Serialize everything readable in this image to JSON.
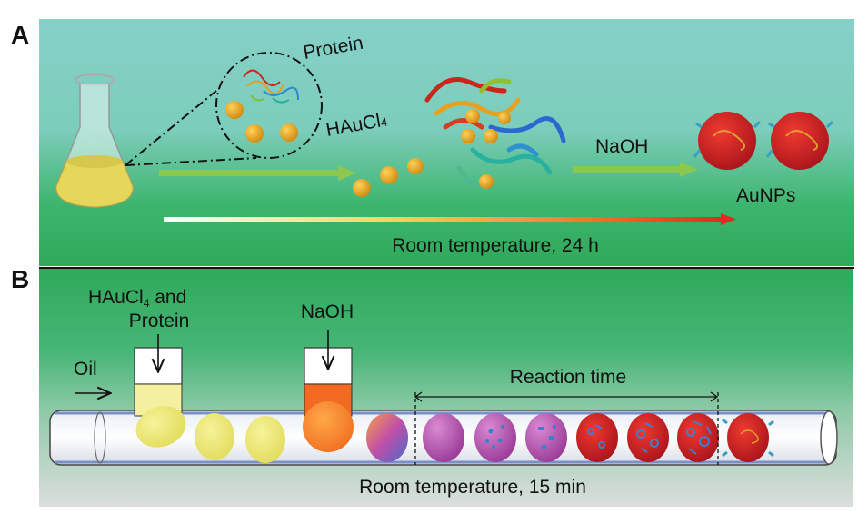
{
  "panel_a": {
    "label": "A",
    "protein_label": "Protein",
    "precursor_label": "HAuCl",
    "precursor_subscript": "4",
    "reagent_label": "NaOH",
    "product_label": "AuNPs",
    "condition_label": "Room temperature, 24 h"
  },
  "panel_b": {
    "label": "B",
    "inlet1_label_line1": "HAuCl",
    "inlet1_subscript": "4",
    "inlet1_label_line1_rest": " and",
    "inlet1_label_line2": "Protein",
    "inlet2_label": "NaOH",
    "oil_label": "Oil",
    "reaction_time_label": "Reaction time",
    "condition_label": "Room temperature, 15 min"
  },
  "colors": {
    "panel_top": "#86d0c8",
    "panel_green": "#2fa95a",
    "panel_bottom": "#dcdedd",
    "gold": "#e8a21c",
    "yellow_droplet": "#ecec78",
    "orange_droplet": "#f58a2a",
    "purple_droplet": "#b04aa8",
    "red_droplet": "#c8202a"
  }
}
